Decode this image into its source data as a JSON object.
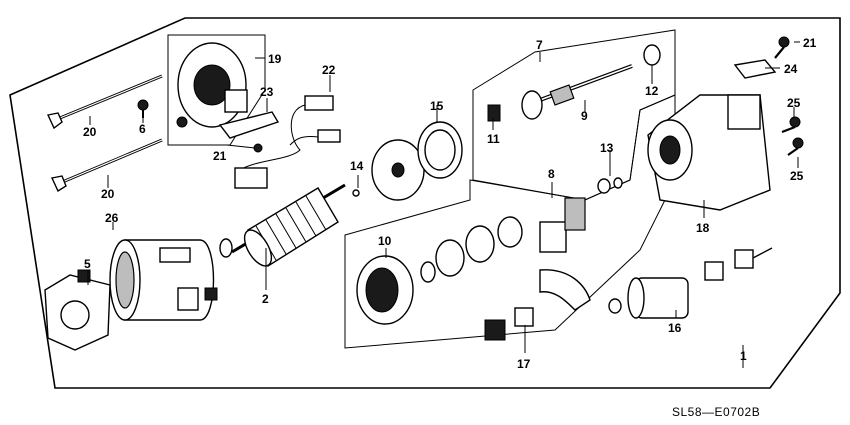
{
  "diagram_code": "SL58—E0702B",
  "callouts": [
    "1",
    "2",
    "5",
    "6",
    "7",
    "8",
    "9",
    "10",
    "11",
    "12",
    "13",
    "14",
    "15",
    "16",
    "17",
    "18",
    "19",
    "20",
    "21",
    "22",
    "23",
    "24",
    "25",
    "26"
  ],
  "extra_callouts": {
    "c20b": "20",
    "c21b": "21",
    "c25b": "25"
  },
  "colors": {
    "line": "#000000",
    "background": "#ffffff",
    "shade": "#bdbdbd"
  }
}
